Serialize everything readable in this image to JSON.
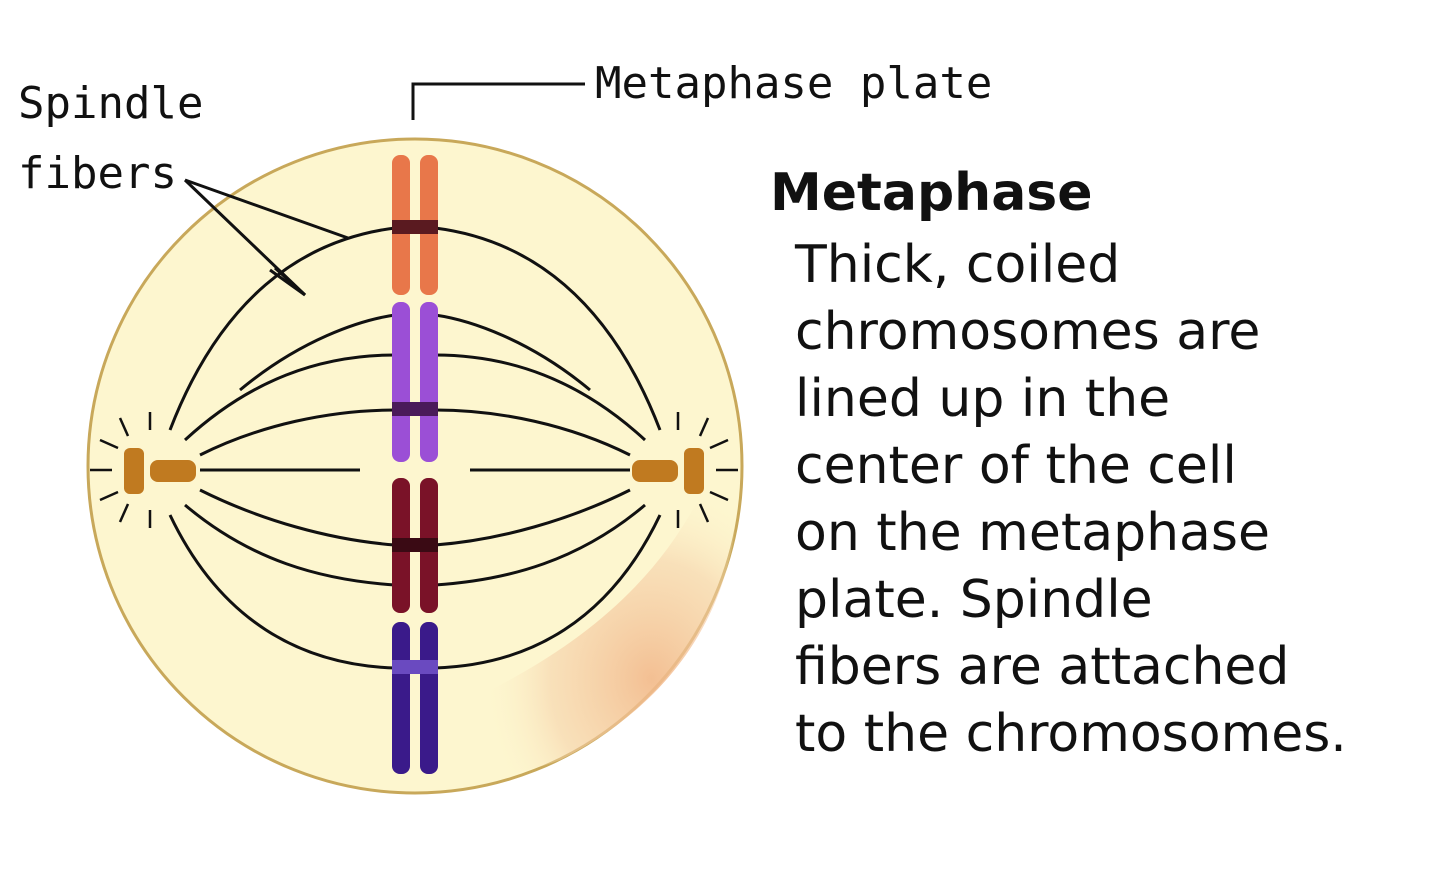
{
  "labels": {
    "spindle_line1": "Spindle",
    "spindle_line2": "fibers",
    "metaphase_plate": "Metaphase plate"
  },
  "title": "Metaphase",
  "description_lines": [
    "Thick, coiled",
    "chromosomes are",
    "lined up in the",
    "center of the cell",
    "on the metaphase",
    "plate.  Spindle",
    "fibers are attached",
    "to the chromosomes."
  ],
  "colors": {
    "cell_fill": "#fdf6cf",
    "cell_edge": "#c8a85a",
    "shadow": "#f4c9a0",
    "chromosome_1": "#e8774a",
    "chromosome_2": "#9b4fd6",
    "chromosome_3": "#7a1228",
    "chromosome_4": "#3a1a8a",
    "centriole": "#c07a20",
    "fiber": "#111111"
  }
}
